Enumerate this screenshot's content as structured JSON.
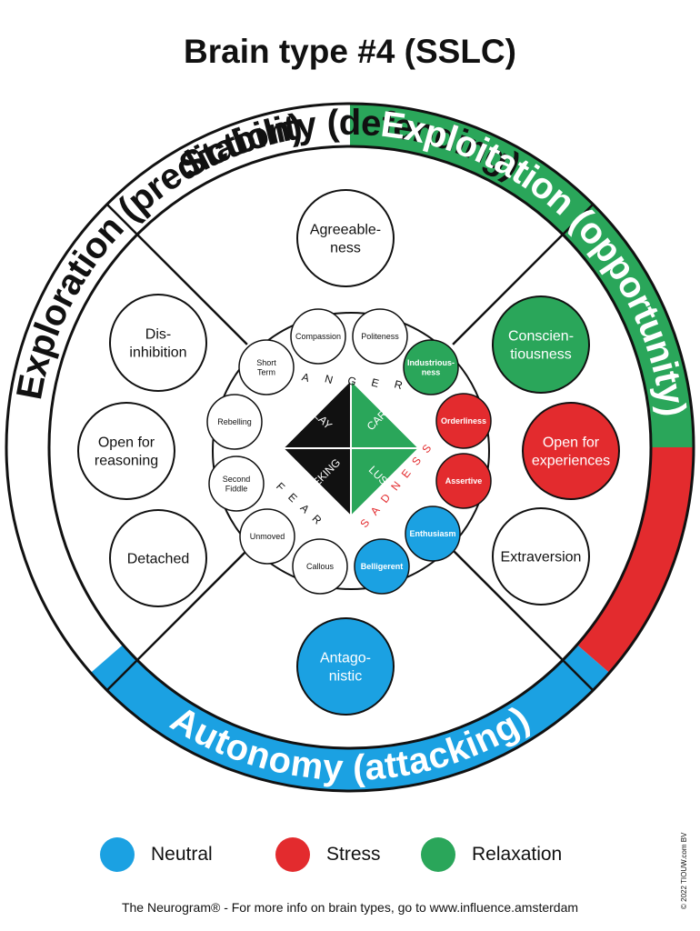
{
  "title": "Brain type #4 (SSLC)",
  "colors": {
    "neutral": "#1ba1e2",
    "stress": "#e32b2e",
    "relaxation": "#2aa65a",
    "dark": "#111111"
  },
  "quadrants": [
    {
      "id": "stability",
      "label": "Stability (defending)",
      "color_left": "white",
      "color_right": "relaxation"
    },
    {
      "id": "exploitation",
      "label": "Exploitation (opportunity)",
      "color_top": "relaxation",
      "color_bottom": "stress"
    },
    {
      "id": "autonomy",
      "label": "Autonomy (attacking)",
      "color": "neutral"
    },
    {
      "id": "exploration",
      "label": "Exploration (prediction)",
      "color": "white"
    }
  ],
  "traits": [
    {
      "label": "Agreeable-\nness",
      "color": "white"
    },
    {
      "label": "Dis-\ninhibition",
      "color": "white"
    },
    {
      "label": "Open for\nreasoning",
      "color": "white"
    },
    {
      "label": "Detached",
      "color": "white"
    },
    {
      "label": "Conscien-\ntiousness",
      "color": "relaxation"
    },
    {
      "label": "Open for\nexperiences",
      "color": "stress"
    },
    {
      "label": "Extraversion",
      "color": "white"
    },
    {
      "label": "Antago-\nnistic",
      "color": "neutral"
    }
  ],
  "facets": [
    {
      "label": "Compassion",
      "color": "white"
    },
    {
      "label": "Politeness",
      "color": "white"
    },
    {
      "label": "Industrious-\nness",
      "color": "relaxation"
    },
    {
      "label": "Orderliness",
      "color": "stress"
    },
    {
      "label": "Assertive",
      "color": "stress"
    },
    {
      "label": "Enthusiasm",
      "color": "neutral"
    },
    {
      "label": "Belligerent",
      "color": "neutral"
    },
    {
      "label": "Callous",
      "color": "white"
    },
    {
      "label": "Unmoved",
      "color": "white"
    },
    {
      "label": "Second\nFiddle",
      "color": "white"
    },
    {
      "label": "Rebelling",
      "color": "white"
    },
    {
      "label": "Short\nTerm",
      "color": "white"
    }
  ],
  "core": {
    "play": "PLAY",
    "care": "CARE",
    "seeking": "SEEKING",
    "lust": "LUST",
    "anger": "ANGER",
    "fear": "FEAR",
    "sadness": "SADNESS"
  },
  "legend": [
    {
      "label": "Neutral",
      "color": "neutral"
    },
    {
      "label": "Stress",
      "color": "stress"
    },
    {
      "label": "Relaxation",
      "color": "relaxation"
    }
  ],
  "footer": "The Neurogram® - For more info on brain types, go to www.influence.amsterdam",
  "copyright": "© 2022 TIOUW.com BV"
}
